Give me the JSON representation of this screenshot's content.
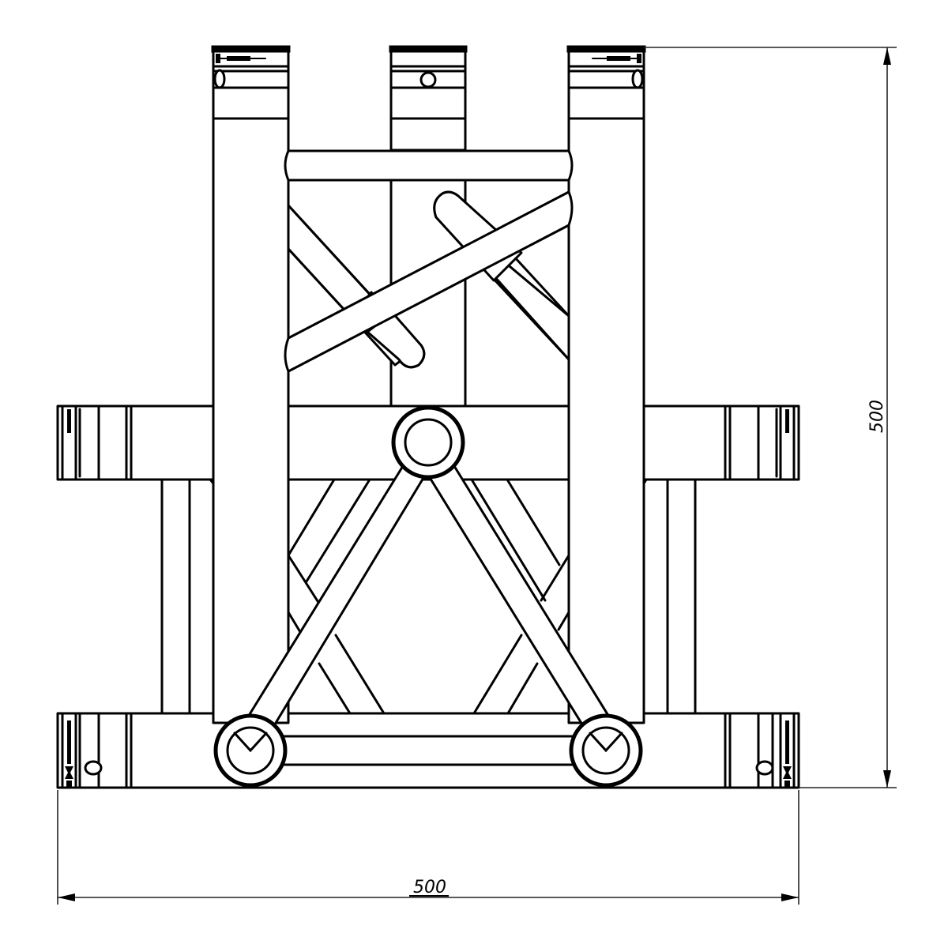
{
  "drawing": {
    "subject": "Square truss cross junction, front elevation",
    "line_color": "#000000",
    "background": "#ffffff"
  },
  "dimensions": {
    "width": {
      "value": "500",
      "orientation": "horizontal"
    },
    "height": {
      "value": "500",
      "orientation": "vertical"
    }
  },
  "connectors": {
    "top": [
      "top-left",
      "top-center",
      "top-right"
    ],
    "left": [
      "mid-left",
      "bottom-left"
    ],
    "right": [
      "mid-right",
      "bottom-right"
    ]
  }
}
